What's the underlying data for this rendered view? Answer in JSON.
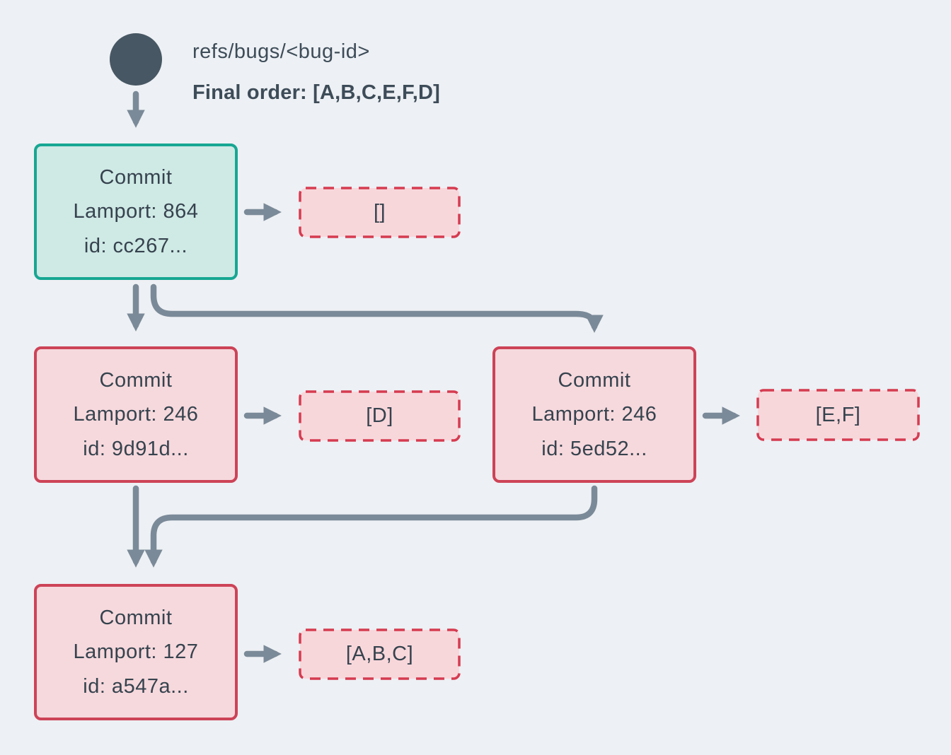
{
  "header": {
    "ref": "refs/bugs/<bug-id>",
    "final_order": "Final order: [A,B,C,E,F,D]"
  },
  "nodes": {
    "root": {
      "title": "Commit",
      "lamport": "Lamport: 864",
      "commit_id": "id: cc267...",
      "ops": "[]"
    },
    "left": {
      "title": "Commit",
      "lamport": "Lamport: 246",
      "commit_id": "id: 9d91d...",
      "ops": "[D]"
    },
    "right": {
      "title": "Commit",
      "lamport": "Lamport: 246",
      "commit_id": "id: 5ed52...",
      "ops": "[E,F]"
    },
    "merge": {
      "title": "Commit",
      "lamport": "Lamport: 127",
      "commit_id": "id: a547a...",
      "ops": "[A,B,C]"
    }
  },
  "colors": {
    "background": "#edf0f4",
    "text": "#3d4c58",
    "node_text": "#36434e",
    "ref_circle": "#475763",
    "arrow": "#7b8a98",
    "teal_border": "#17a793",
    "teal_fill": "#cfe9e5",
    "red_border": "#cd4357",
    "red_fill": "#f6d9dd",
    "ops_border": "#d63b50",
    "ops_fill": "#f8d7db"
  }
}
